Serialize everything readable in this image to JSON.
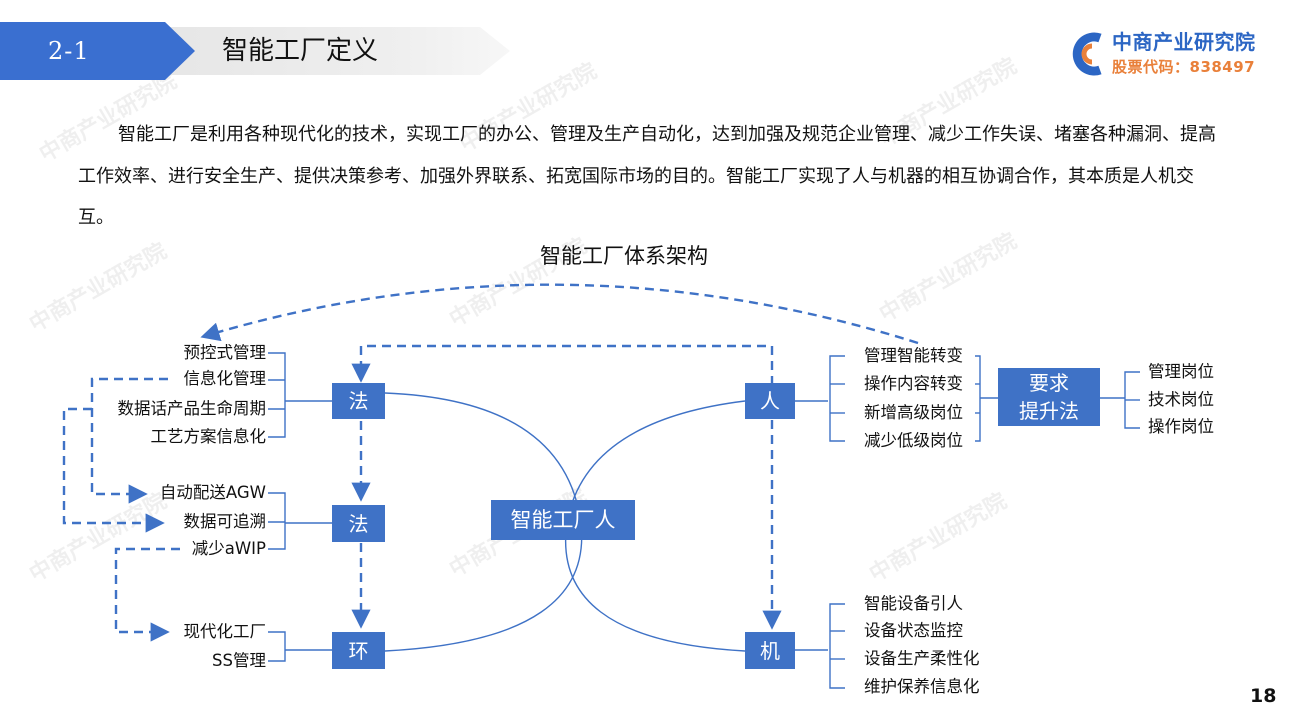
{
  "header": {
    "section_number": "2-1",
    "title": "智能工厂定义"
  },
  "logo": {
    "name": "中商产业研究院",
    "code": "股票代码：838497"
  },
  "watermark": "中商产业研究院",
  "paragraph": "智能工厂是利用各种现代化的技术，实现工厂的办公、管理及生产自动化，达到加强及规范企业管理、减少工作失误、堵塞各种漏洞、提高工作效率、进行安全生产、提供决策参考、加强外界联系、拓宽国际市场的目的。智能工厂实现了人与机器的相互协调合作，其本质是人机交互。",
  "diagram": {
    "title": "智能工厂体系架构",
    "center": "智能工厂人",
    "nodes": {
      "fa1": "法",
      "fa2": "法",
      "huan": "环",
      "ren": "人",
      "ji": "机",
      "requirement": [
        "要求",
        "提升法"
      ]
    },
    "fa1_items": [
      "预控式管理",
      "信息化管理",
      "数据话产品生命周期",
      "工艺方案信息化"
    ],
    "fa2_items": [
      "自动配送AGW",
      "数据可追溯",
      "减少aWIP"
    ],
    "huan_items": [
      "现代化工厂",
      "SS管理"
    ],
    "ren_items": [
      "管理智能转变",
      "操作内容转变",
      "新增高级岗位",
      "减少低级岗位"
    ],
    "requirement_items": [
      "管理岗位",
      "技术岗位",
      "操作岗位"
    ],
    "ji_items": [
      "智能设备引人",
      "设备状态监控",
      "设备生产柔性化",
      "维护保养信息化"
    ]
  },
  "page_number": "18",
  "colors": {
    "accent": "#3f72c6",
    "header_blue": "#3a6fd0",
    "logo_blue": "#2c66c4",
    "logo_orange": "#e9803a"
  }
}
